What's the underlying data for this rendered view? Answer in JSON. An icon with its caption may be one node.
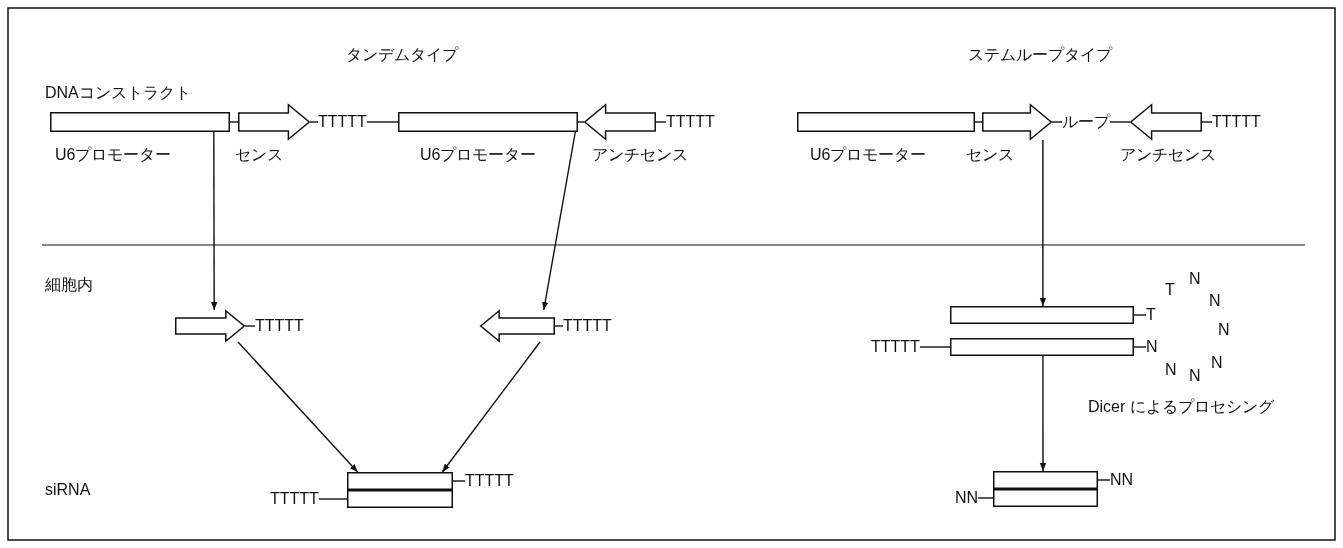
{
  "diagram": {
    "nodes": [
      {
        "text": [],
        "shape": "box",
        "beside": [
          "U6プロモーター"
        ]
      },
      {
        "text": [],
        "shape": "arrow",
        "beside": [
          "センス"
        ]
      },
      {
        "text": [
          "TTTTT"
        ]
      },
      {
        "text": [],
        "shape": "box",
        "beside": [
          "U6プロモーター"
        ]
      },
      {
        "text": [],
        "shape": "arrow",
        "beside": [
          "アンチセンス"
        ]
      },
      {
        "text": [
          "TTTTT"
        ]
      },
      {
        "text": [],
        "shape": "box",
        "beside": [
          "U6プロモーター"
        ]
      },
      {
        "text": [],
        "shape": "arrow",
        "beside": [
          "センス"
        ]
      },
      {
        "text": [
          "ループ"
        ]
      },
      {
        "text": [],
        "shape": "arrow",
        "beside": [
          "アンチセンス"
        ]
      },
      {
        "text": [
          "TTTTT"
        ]
      },
      {
        "text": [],
        "shape": "arrow"
      },
      {
        "text": [
          "TTTTT"
        ]
      },
      {
        "text": [],
        "shape": "arrow"
      },
      {
        "text": [
          "TTTTT"
        ]
      },
      {
        "text": [],
        "shape": "bar"
      },
      {
        "text": [
          "T"
        ]
      },
      {
        "text": [
          "TTTTT"
        ]
      },
      {
        "text": [],
        "shape": "bar"
      },
      {
        "text": [
          "N"
        ]
      },
      {
        "text": [],
        "shape": "bar"
      },
      {
        "text": [
          "TTTTT"
        ]
      },
      {
        "text": [
          "TTTTT"
        ]
      },
      {
        "text": [],
        "shape": "bar"
      },
      {
        "text": [],
        "shape": "bar"
      },
      {
        "text": [
          "NN"
        ]
      },
      {
        "text": [
          "NN"
        ]
      },
      {
        "text": [],
        "shape": "bar"
      }
    ],
    "edges": [
      {
        "from": 0,
        "to": 1,
        "arrow": "none"
      },
      {
        "from": 1,
        "to": 2,
        "arrow": "none"
      },
      {
        "from": 2,
        "to": 3,
        "arrow": "none"
      },
      {
        "from": 3,
        "to": 4,
        "arrow": "none"
      },
      {
        "from": 4,
        "to": 5,
        "arrow": "none"
      },
      {
        "from": 6,
        "to": 7,
        "arrow": "none"
      },
      {
        "from": 7,
        "to": 8,
        "arrow": "none"
      },
      {
        "from": 8,
        "to": 9,
        "arrow": "none"
      },
      {
        "from": 9,
        "to": 10,
        "arrow": "none"
      },
      {
        "from": 0,
        "to": 11,
        "arrow": "to"
      },
      {
        "from": 3,
        "to": 13,
        "arrow": "to"
      },
      {
        "from": 7,
        "to": 15,
        "arrow": "to"
      },
      {
        "from": 11,
        "to": 12,
        "arrow": "none"
      },
      {
        "from": 13,
        "to": 14,
        "arrow": "none"
      },
      {
        "from": 15,
        "to": 16,
        "arrow": "none"
      },
      {
        "from": 17,
        "to": 18,
        "arrow": "none"
      },
      {
        "from": 18,
        "to": 19,
        "arrow": "none"
      },
      {
        "from": 11,
        "to": 20,
        "arrow": "to"
      },
      {
        "from": 13,
        "to": 20,
        "arrow": "to"
      },
      {
        "from": 18,
        "to": 24,
        "arrow": "to"
      },
      {
        "from": 20,
        "to": 21,
        "arrow": "none"
      },
      {
        "from": 22,
        "to": 23,
        "arrow": "none"
      },
      {
        "from": 24,
        "to": 25,
        "arrow": "none"
      },
      {
        "from": 26,
        "to": 27,
        "arrow": "none"
      }
    ],
    "labels": [
      "タンデムタイプ",
      "ステムループタイプ",
      "DNAコンストラクト",
      "細胞内",
      "T",
      "N",
      "N",
      "N",
      "N",
      "N",
      "N",
      "Dicer によるプロセシング",
      "siRNA"
    ]
  }
}
